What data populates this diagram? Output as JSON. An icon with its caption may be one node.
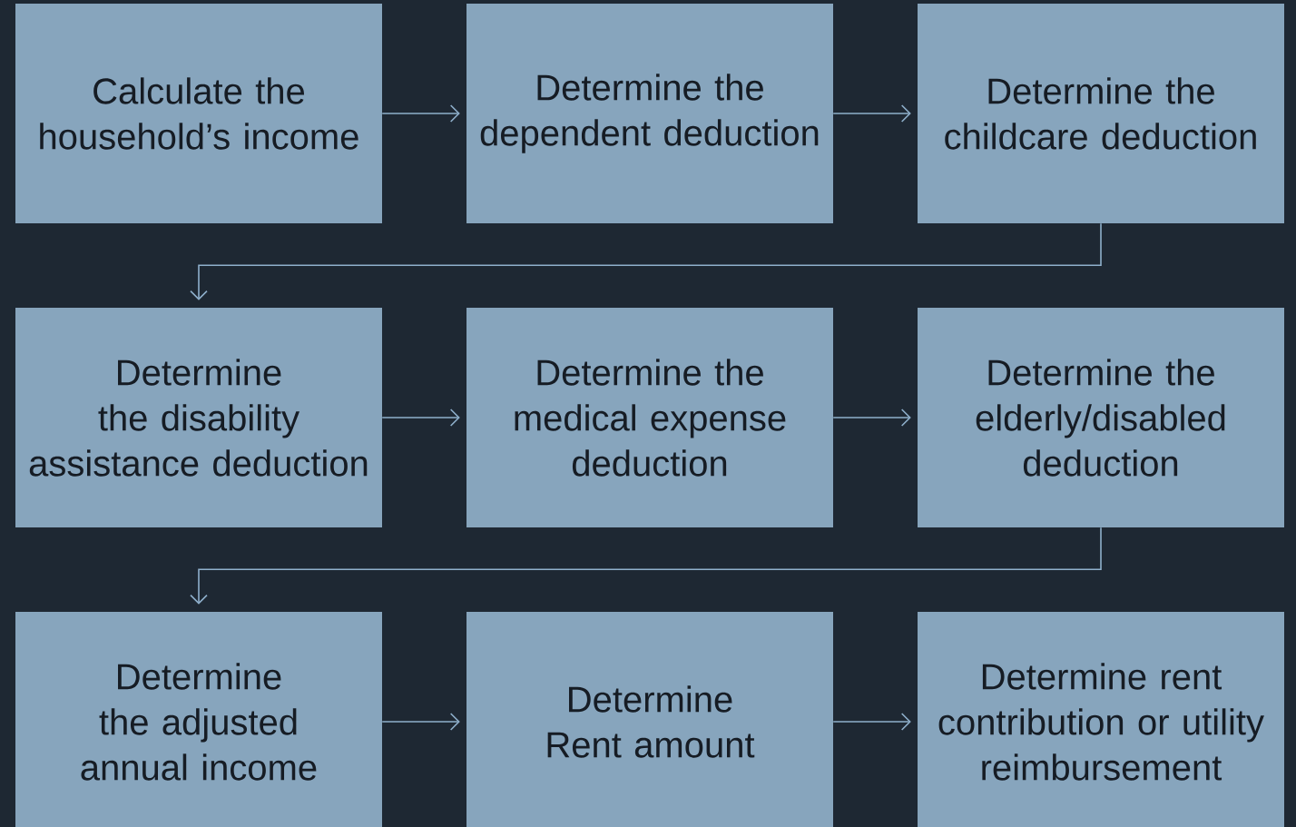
{
  "diagram": {
    "nodes": [
      {
        "text": [
          "Calculate the household’s income"
        ]
      },
      {
        "text": [
          "Determine the dependent deduction"
        ]
      },
      {
        "text": [
          "Determine the childcare deduction"
        ]
      },
      {
        "text": [
          "Determine the disability assistance deduction"
        ]
      },
      {
        "text": [
          "Determine the medical expense deduction"
        ]
      },
      {
        "text": [
          "Determine the elderly/disabled deduction"
        ]
      },
      {
        "text": [
          "Determine the adjusted annual income"
        ]
      },
      {
        "text": [
          "Determine Rent amount"
        ]
      },
      {
        "text": [
          "Determine rent contribution or utility reimbursement"
        ]
      }
    ],
    "edges": [
      {
        "from": 0,
        "to": 1,
        "arrow": "to"
      },
      {
        "from": 1,
        "to": 2,
        "arrow": "to"
      },
      {
        "from": 2,
        "to": 3,
        "arrow": "to"
      },
      {
        "from": 3,
        "to": 4,
        "arrow": "to"
      },
      {
        "from": 4,
        "to": 5,
        "arrow": "to"
      },
      {
        "from": 5,
        "to": 6,
        "arrow": "to"
      },
      {
        "from": 6,
        "to": 7,
        "arrow": "to"
      },
      {
        "from": 7,
        "to": 8,
        "arrow": "to"
      }
    ]
  }
}
